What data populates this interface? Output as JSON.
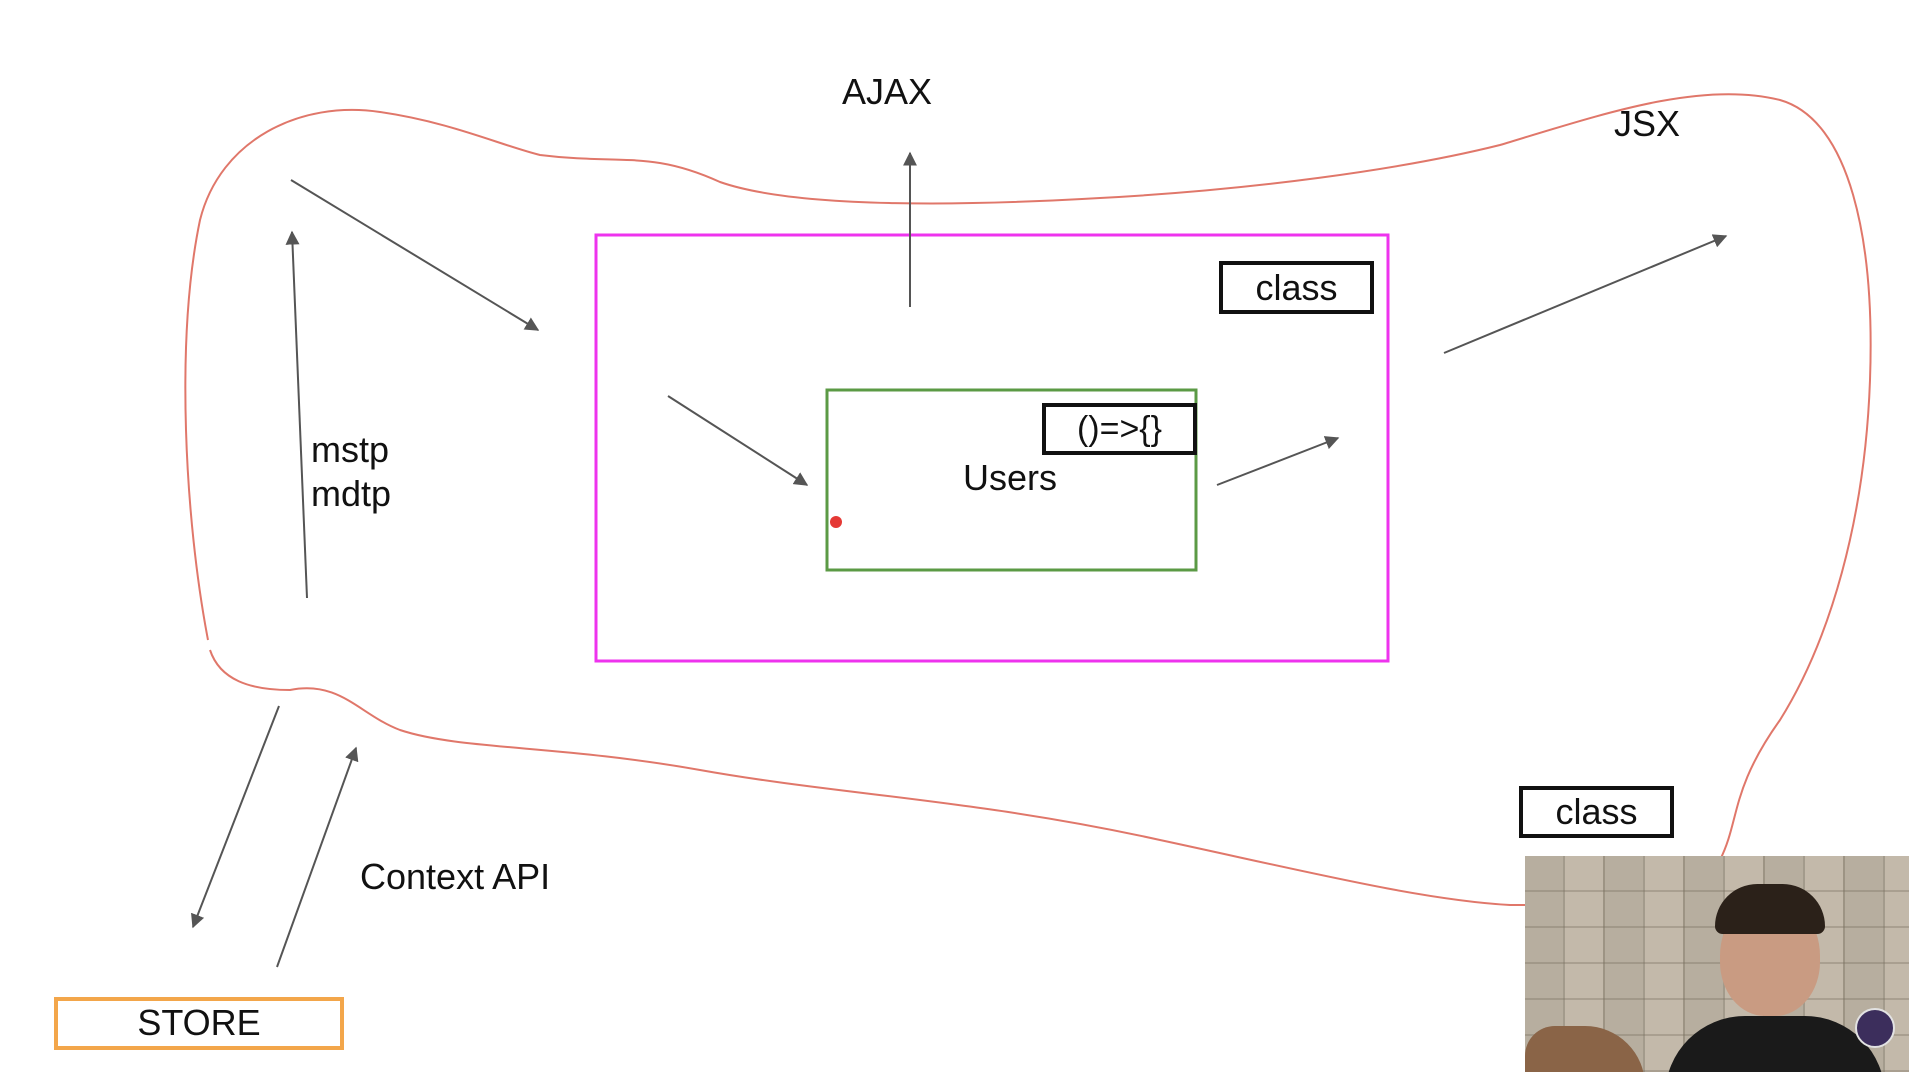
{
  "labels": {
    "ajax": "AJAX",
    "jsx": "JSX",
    "mstp": "mstp",
    "mdtp": "mdtp",
    "context_api": "Context API",
    "users": "Users",
    "class_top": "class",
    "class_bottom": "class",
    "arrow_fn": "()=>{}",
    "store": "STORE"
  },
  "colors": {
    "outline_curve": "#e0776a",
    "container_box": "#ee33ee",
    "component_box": "#5b9a45",
    "store_box": "#f3a64a",
    "arrows": "#555555",
    "dot": "#e53935",
    "text": "#111111"
  },
  "webcam": {
    "icon": "presenter-video-feed"
  }
}
